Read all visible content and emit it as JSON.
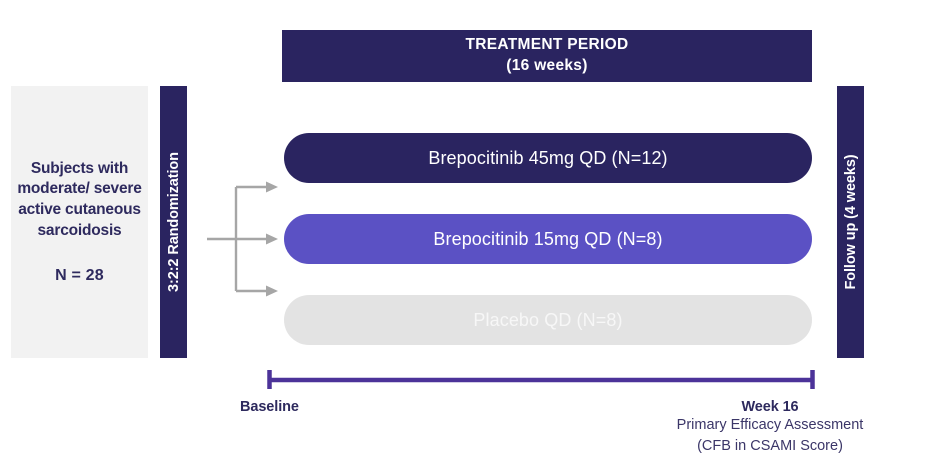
{
  "colors": {
    "dark_navy": "#2A2460",
    "purple": "#5B51C4",
    "light_gray": "#E3E3E3",
    "box_gray": "#F2F2F2",
    "bracket_violet": "#4C3399",
    "arrow_gray": "#A6A6A6",
    "text_navy": "#2E2A5E"
  },
  "subject_box": {
    "title": "Subjects with moderate/ severe active cutaneous sarcoidosis",
    "n_label": "N = 28"
  },
  "randomization": {
    "label": "3:2:2 Randomization"
  },
  "treatment_banner": {
    "title": "TREATMENT PERIOD",
    "duration": "(16 weeks)"
  },
  "arms": [
    {
      "label": "Brepocitinib 45mg QD (N=12)",
      "drug": "Brepocitinib",
      "dose": "45mg",
      "frequency": "QD",
      "n": 12,
      "color": "#2A2460"
    },
    {
      "label": "Brepocitinib 15mg QD (N=8)",
      "drug": "Brepocitinib",
      "dose": "15mg",
      "frequency": "QD",
      "n": 8,
      "color": "#5B51C4"
    },
    {
      "label": "Placebo QD (N=8)",
      "drug": "Placebo",
      "dose": "",
      "frequency": "QD",
      "n": 8,
      "color": "#E3E3E3"
    }
  ],
  "followup": {
    "label": "Follow up (4 weeks)"
  },
  "timeline": {
    "start_label": "Baseline",
    "end_label": "Week 16",
    "endpoint_line1": "Primary Efficacy Assessment",
    "endpoint_line2": "(CFB in CSAMI Score)"
  }
}
